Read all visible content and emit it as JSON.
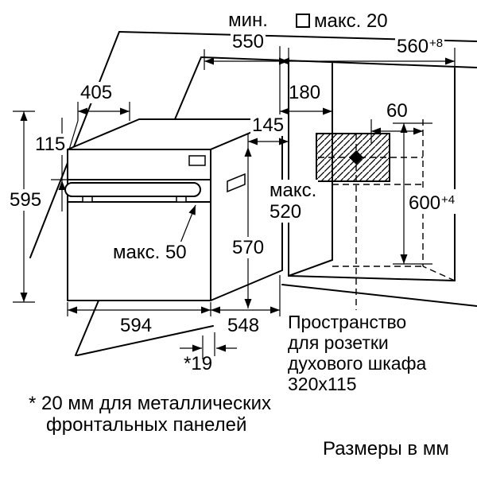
{
  "figure": {
    "units_note": "Размеры в мм",
    "footnote_line1": "* 20 мм для металлических",
    "footnote_line2": "фронтальных панелей",
    "socket_note_line1": "Пространство",
    "socket_note_line2": "для розетки",
    "socket_note_line3": "духового шкафа",
    "socket_note_line4": "320x115"
  },
  "dims": {
    "min_depth_prefix": "мин.",
    "min_depth_value": "550",
    "front_max_label": "макс. 20",
    "niche_width_value": "560",
    "niche_width_tol": "+8",
    "top_depth": "405",
    "socket_front_offset": "180",
    "socket_side_offset": "60",
    "panel_height": "115",
    "rear_clearance": "145",
    "left_height": "595",
    "max_depth_prefix": "макс.",
    "max_depth_value": "520",
    "niche_height_value": "600",
    "niche_height_tol": "+4",
    "handle_max": "макс. 50",
    "oven_front_height": "570",
    "oven_width": "594",
    "oven_depth": "548",
    "front_panel_offset": "*19"
  }
}
